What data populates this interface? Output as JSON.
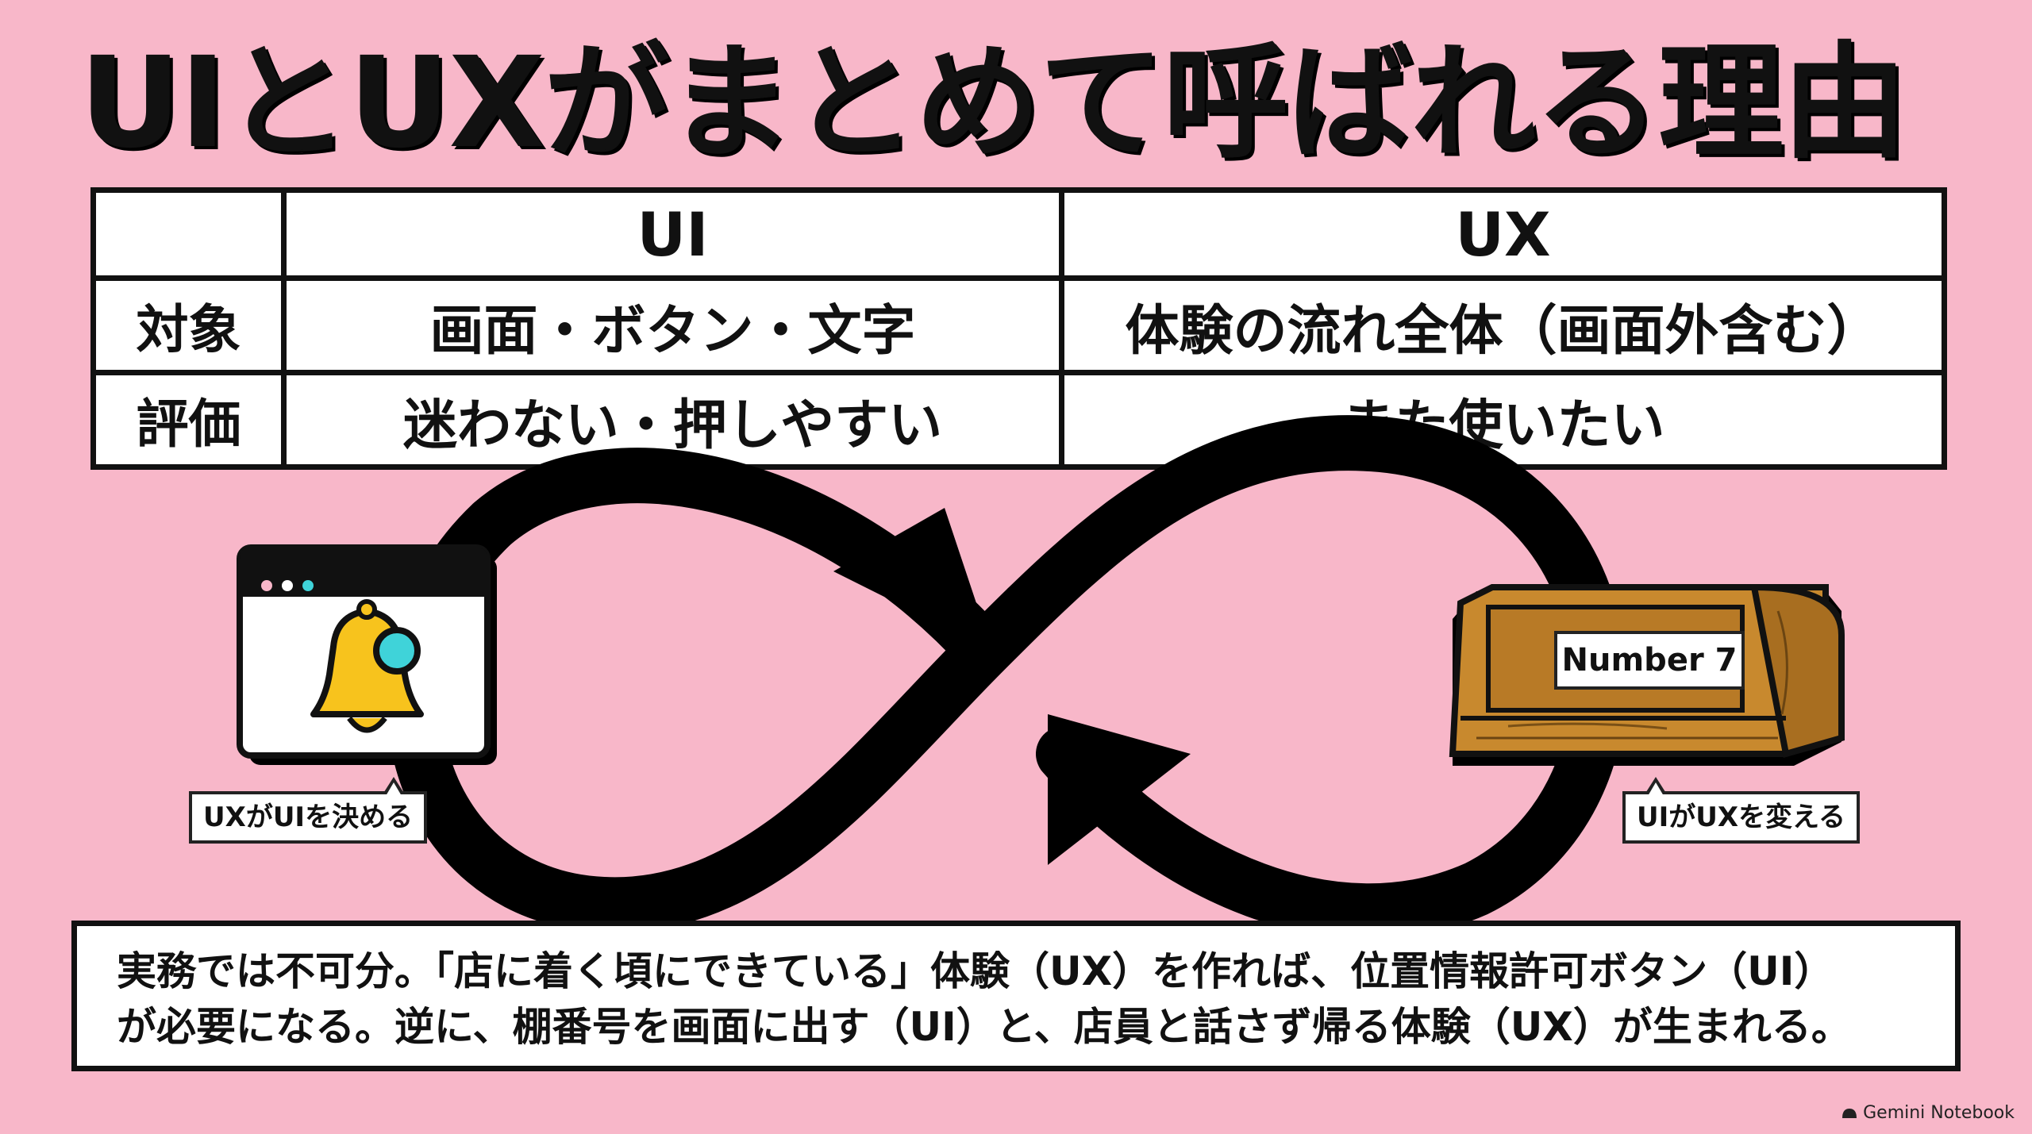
{
  "title": "UIとUXがまとめて呼ばれる理由",
  "table": {
    "headers": [
      "",
      "UI",
      "UX"
    ],
    "rows": [
      {
        "label": "対象",
        "ui": "画面・ボタン・文字",
        "ux": "体験の流れ全体（画面外含む）"
      },
      {
        "label": "評価",
        "ui": "迷わない・押しやすい",
        "ux": "また使いたい"
      }
    ]
  },
  "labels": {
    "left_bubble": "UXがUIを決める",
    "right_bubble": "UIがUXを変える",
    "shelf_sign": "Number 7"
  },
  "summary": {
    "line1": "実務では不可分。「店に着く頃にできている」体験（UX）を作れば、位置情報許可ボタン（UI）",
    "line2": "が必要になる。逆に、棚番号を画面に出す（UI）と、店員と話さず帰る体験（UX）が生まれる。"
  },
  "brand": "Gemini Notebook",
  "icons": [
    "bell-icon",
    "browser-window-icon",
    "wooden-shelf-icon",
    "infinity-loop-arrows"
  ],
  "colors": {
    "background": "#f8b7c9",
    "loop": "#000000",
    "bell": "#f7c31d",
    "notification_dot": "#3fd3d9",
    "wood": "#c8892e"
  }
}
